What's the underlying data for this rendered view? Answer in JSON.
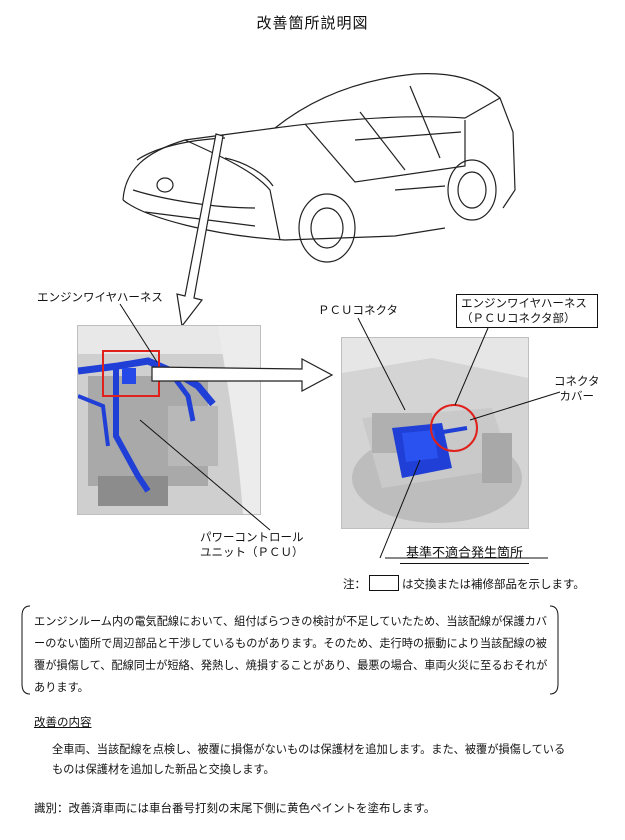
{
  "title": "改善箇所説明図",
  "labels": {
    "engine_wire_harness": "エンジンワイヤハーネス",
    "pcu_connector": "ＰＣＵコネクタ",
    "harness_pcu_line1": "エンジンワイヤハーネス",
    "harness_pcu_line2": "（ＰＣＵコネクタ部）",
    "connector_cover_line1": "コネクタ",
    "connector_cover_line2": "カバー",
    "pcu_line1": "パワーコントロール",
    "pcu_line2": "ユニット（ＰＣＵ）",
    "nonconformity": "基準不適合発生箇所"
  },
  "note": {
    "prefix": "注：",
    "suffix": "は交換または補修部品を示します。"
  },
  "description": "エンジンルーム内の電気配線において、組付ばらつきの検討が不足していたため、当該配線が保護カバーのない箇所で周辺部品と干渉しているものがあります。そのため、走行時の振動により当該配線の被覆が損傷して、配線同士が短絡、発熱し、焼損することがあり、最悪の場合、車両火災に至るおそれがあります。",
  "improvement": {
    "heading": "改善の内容",
    "body": "全車両、当該配線を点検し、被覆に損傷がないものは保護材を追加します。また、被覆が損傷しているものは保護材を追加した新品と交換します。"
  },
  "identification": "識別：改善済車両には車台番号打刻の末尾下側に黄色ペイントを塗布します。",
  "colors": {
    "highlight_blue": "#1f3fd6",
    "callout_red": "#e0201a"
  }
}
